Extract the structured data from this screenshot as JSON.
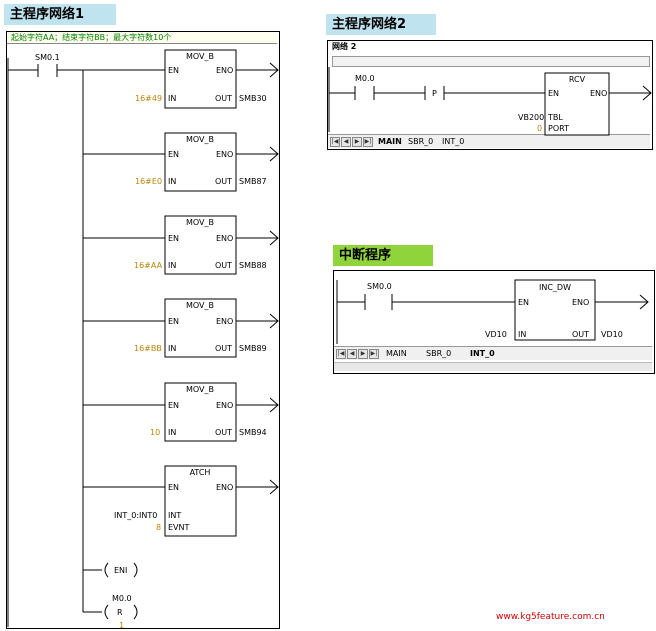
{
  "titles": {
    "main1": "主程序网络1",
    "main2": "主程序网络2",
    "interrupt": "中断程序"
  },
  "network1": {
    "comment": "起始字符AA；结束字符BB；最大字符数10个",
    "contact": "SM0.1",
    "blocks": [
      {
        "name": "MOV_B",
        "en": "EN",
        "eno": "ENO",
        "in_label": "IN",
        "out_label": "OUT",
        "in_value": "16#49",
        "out_value": "SMB30"
      },
      {
        "name": "MOV_B",
        "en": "EN",
        "eno": "ENO",
        "in_label": "IN",
        "out_label": "OUT",
        "in_value": "16#E0",
        "out_value": "SMB87"
      },
      {
        "name": "MOV_B",
        "en": "EN",
        "eno": "ENO",
        "in_label": "IN",
        "out_label": "OUT",
        "in_value": "16#AA",
        "out_value": "SMB88"
      },
      {
        "name": "MOV_B",
        "en": "EN",
        "eno": "ENO",
        "in_label": "IN",
        "out_label": "OUT",
        "in_value": "16#BB",
        "out_value": "SMB89"
      },
      {
        "name": "MOV_B",
        "en": "EN",
        "eno": "ENO",
        "in_label": "IN",
        "out_label": "OUT",
        "in_value": "10",
        "out_value": "SMB94"
      }
    ],
    "atch": {
      "name": "ATCH",
      "en": "EN",
      "eno": "ENO",
      "int_label": "INT",
      "evnt_label": "EVNT",
      "int_value": "INT_0:INT0",
      "evnt_value": "8"
    },
    "eni": "ENI",
    "reset": {
      "address": "M0.0",
      "coil": "R",
      "count": "1"
    }
  },
  "network2": {
    "header": "网络 2",
    "contact": "M0.0",
    "edge": "P",
    "block": {
      "name": "RCV",
      "en": "EN",
      "eno": "ENO",
      "tbl_label": "TBL",
      "port_label": "PORT",
      "tbl_value": "VB200",
      "port_value": "0"
    },
    "tabs": [
      "MAIN",
      "SBR_0",
      "INT_0"
    ]
  },
  "interrupt": {
    "contact": "SM0.0",
    "block": {
      "name": "INC_DW",
      "en": "EN",
      "eno": "ENO",
      "in_label": "IN",
      "out_label": "OUT",
      "in_value": "VD10",
      "out_value": "VD10"
    },
    "tabs": [
      "MAIN",
      "SBR_0",
      "INT_0"
    ]
  },
  "watermark": "www.kg5feature.com.cn",
  "colors": {
    "title_blue": "#bfe3ef",
    "title_green": "#8fd43a",
    "value_text": "#b8860b",
    "comment_text": "#008000",
    "watermark": "#d00000"
  }
}
